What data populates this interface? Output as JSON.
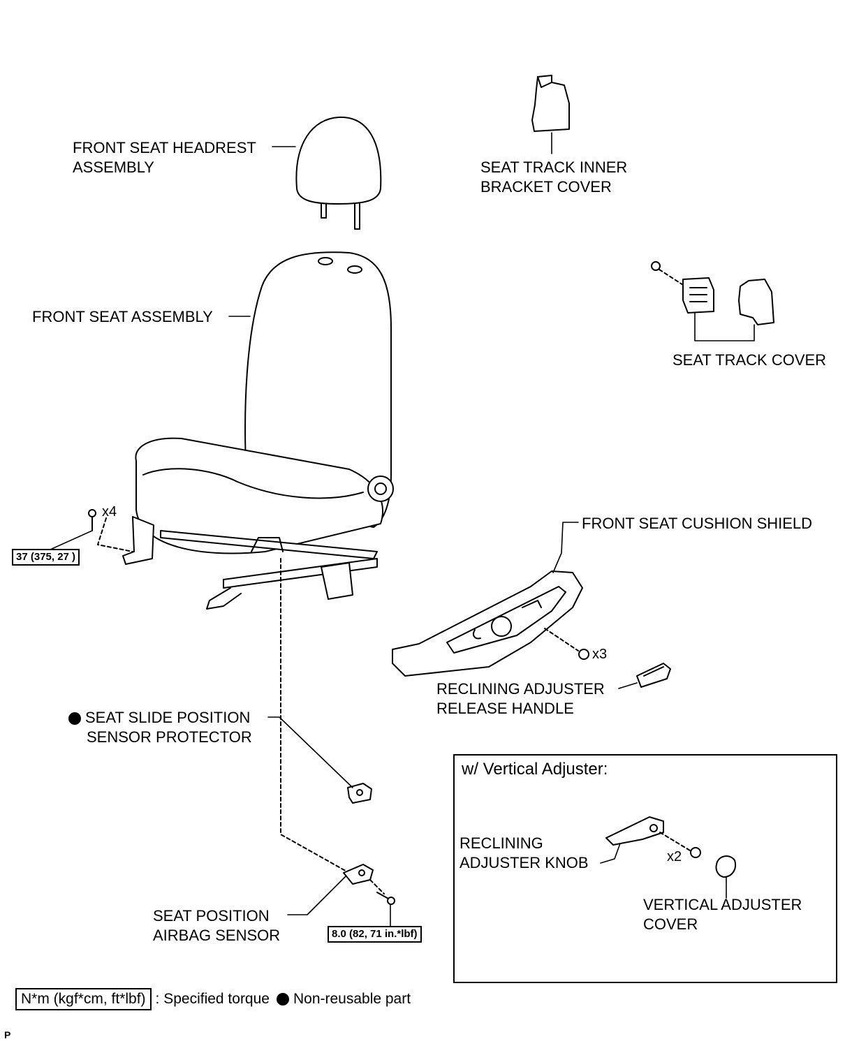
{
  "labels": {
    "headrest": [
      "FRONT SEAT HEADREST",
      "ASSEMBLY"
    ],
    "inner_bracket_cover": [
      "SEAT TRACK INNER",
      "BRACKET COVER"
    ],
    "seat_assembly": "FRONT SEAT ASSEMBLY",
    "seat_track_cover": "SEAT TRACK COVER",
    "cushion_shield": "FRONT SEAT CUSHION SHIELD",
    "release_handle": [
      "RECLINING ADJUSTER",
      "RELEASE HANDLE"
    ],
    "sensor_protector": [
      "SEAT SLIDE POSITION",
      "SENSOR PROTECTOR"
    ],
    "airbag_sensor": [
      "SEAT POSITION",
      "AIRBAG SENSOR"
    ],
    "adjuster_knob": [
      "RECLINING",
      "ADJUSTER KNOB"
    ],
    "vertical_cover": [
      "VERTICAL ADJUSTER",
      "COVER"
    ]
  },
  "quantities": {
    "seat_bolts": "x4",
    "shield_screws": "x3",
    "knob_screws": "x2"
  },
  "torques": {
    "seat_bolts": "37 (375, 27 )",
    "sensor_bolt": "8.0 (82, 71 in.*lbf)"
  },
  "inset": {
    "title": "w/ Vertical Adjuster:"
  },
  "legend": {
    "torque_box": "N*m (kgf*cm, ft*lbf)",
    "torque_text": ": Specified torque",
    "nonreusable_text": "Non-reusable part"
  },
  "corner_mark": "P"
}
